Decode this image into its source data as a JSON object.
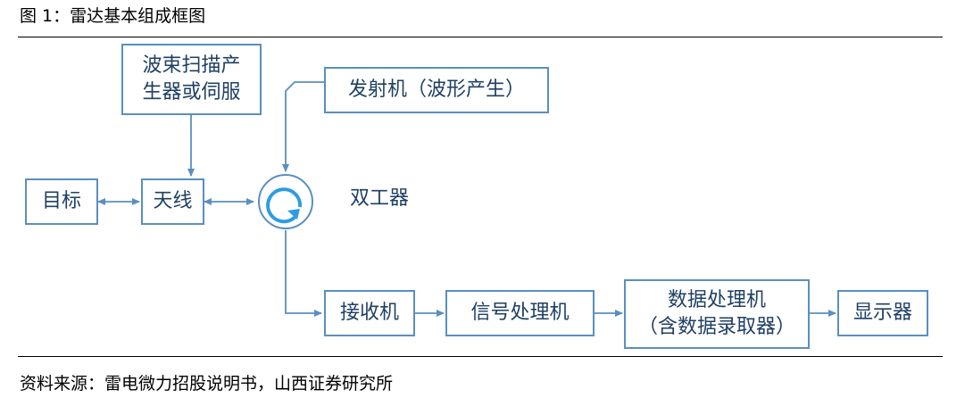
{
  "caption": "图 1：雷达基本组成框图",
  "source": "资料来源：雷电微力招股说明书，山西证券研究所",
  "colors": {
    "stroke": "#5a8fbf",
    "text": "#1f3f63"
  },
  "blocks": {
    "beam": {
      "line1": "波束扫描产",
      "line2": "生器或伺服"
    },
    "transmitter": {
      "label": "发射机（波形产生）"
    },
    "target": {
      "label": "目标"
    },
    "antenna": {
      "label": "天线"
    },
    "duplexer": {
      "label": "双工器",
      "icon": "circulator-icon"
    },
    "receiver": {
      "label": "接收机"
    },
    "signal_proc": {
      "label": "信号处理机"
    },
    "data_proc": {
      "line1": "数据处理机",
      "line2": "（含数据录取器）"
    },
    "display": {
      "label": "显示器"
    }
  }
}
